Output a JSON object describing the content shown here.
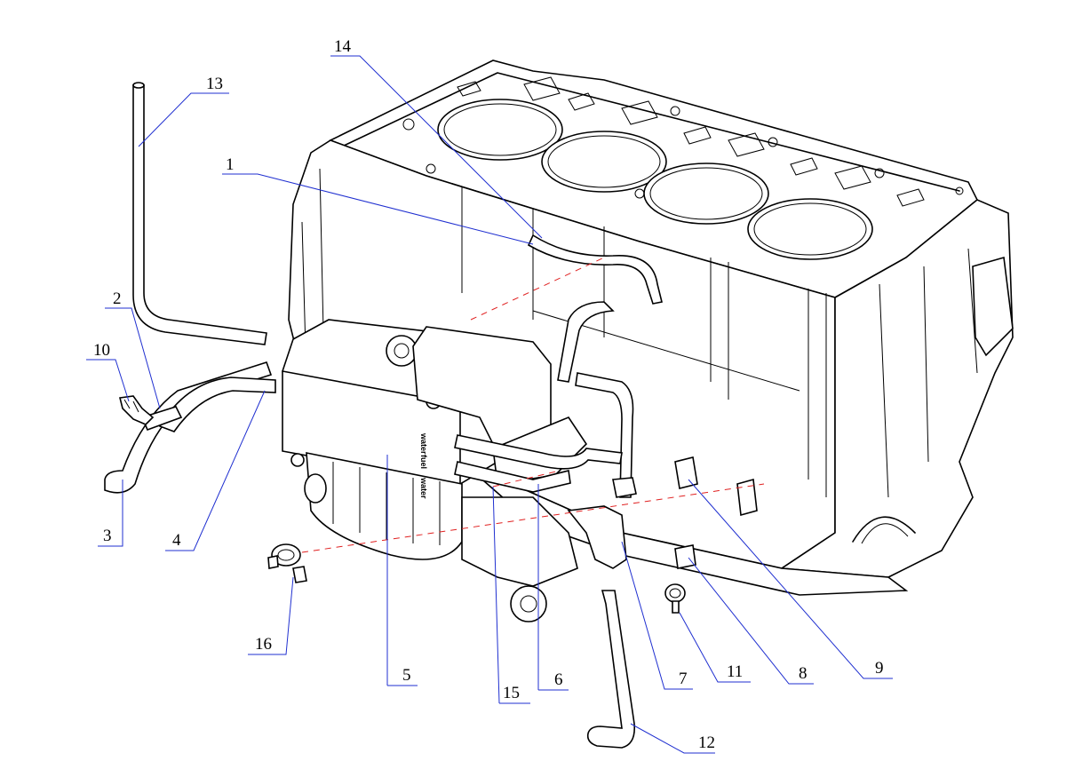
{
  "diagram": {
    "callouts": [
      "14",
      "13",
      "1",
      "2",
      "10",
      "3",
      "4",
      "16",
      "5",
      "15",
      "6",
      "7",
      "11",
      "8",
      "9",
      "12"
    ],
    "filter_labels": [
      "water",
      "fuel",
      "water"
    ]
  }
}
